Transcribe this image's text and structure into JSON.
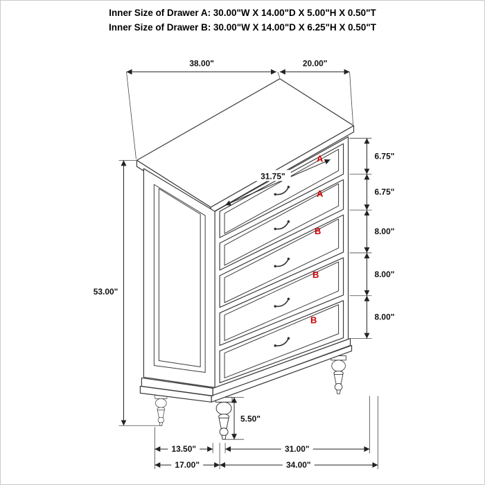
{
  "title": {
    "line1": "Inner Size of Drawer A: 30.00\"W X 14.00\"D X 5.00\"H X 0.50\"T",
    "line2": "Inner Size of Drawer B: 30.00\"W X 14.00\"D X 6.25\"H X 0.50\"T"
  },
  "drawers": [
    {
      "label": "A"
    },
    {
      "label": "A"
    },
    {
      "label": "B"
    },
    {
      "label": "B"
    },
    {
      "label": "B"
    }
  ],
  "dims": {
    "top_width": "38.00\"",
    "top_depth": "20.00\"",
    "overall_height": "53.00\"",
    "drawer_front_width": "31.75\"",
    "drawer_heights": [
      "6.75\"",
      "6.75\"",
      "8.00\"",
      "8.00\"",
      "8.00\""
    ],
    "leg_height": "5.50\"",
    "floor_depth_inner": "13.50\"",
    "floor_depth_outer": "17.00\"",
    "floor_width_inner": "31.00\"",
    "floor_width_outer": "34.00\""
  },
  "colors": {
    "drawer_label": "#cc0000",
    "line": "#3a3a3a",
    "background": "#ffffff"
  }
}
